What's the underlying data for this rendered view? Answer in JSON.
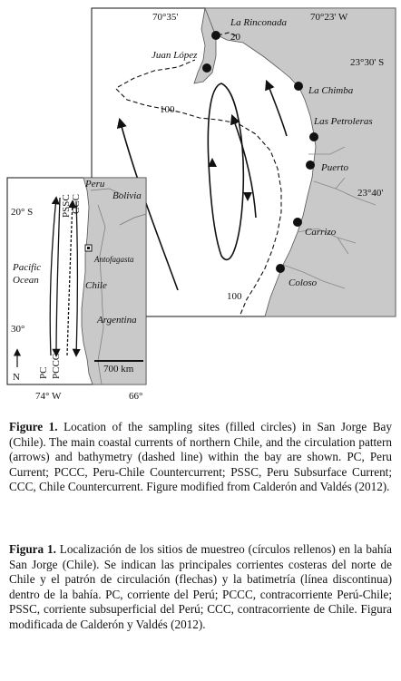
{
  "main_map": {
    "lon_left": "70°35'",
    "lon_right": "70°23' W",
    "lat_top": "23°30' S",
    "lat_bottom": "23°40'",
    "sites": [
      "La Rinconada",
      "Juan López",
      "La Chimba",
      "Las Petroleras",
      "Puerto",
      "Carrizo",
      "Coloso"
    ],
    "isobath_20": "20",
    "isobath_100_a": "100",
    "isobath_100_b": "100"
  },
  "inset_map": {
    "lat_20": "20° S",
    "lat_30": "30°",
    "lon_74": "74° W",
    "lon_66": "66°",
    "peru": "Peru",
    "bolivia": "Bolivia",
    "chile": "Chile",
    "argentina": "Argentina",
    "antofagasta": "Antofagasta",
    "pacific": "Pacific",
    "ocean": "Ocean",
    "north": "N",
    "scale": "700 km",
    "current_pc": "PC",
    "current_pccc": "PCCC",
    "current_pssc": "PSSC",
    "current_ccc": "CCC"
  },
  "caption_en": {
    "label": "Figure 1.",
    "text": " Location of the sampling sites (filled circles) in San Jorge Bay (Chile). The main coastal currents of northern Chile, and the circulation pattern (arrows) and bathymetry (dashed line) within the bay are shown. PC, Peru Current; PCCC, Peru-Chile Countercurrent; PSSC, Peru Subsurface Current; CCC, Chile Countercurrent. Figure modified from Calderón and Valdés (2012)."
  },
  "caption_es": {
    "label": "Figura 1.",
    "text": " Localización de los sitios de muestreo (círculos rellenos) en la bahía San Jorge (Chile). Se indican las principales corrientes costeras del norte de Chile y el patrón de circulación (flechas) y la batimetría (línea discontinua) dentro de la bahía. PC, corriente del Perú; PCCC, contracorriente Perú-Chile; PSSC, corriente subsuperficial del Perú; CCC, contracorriente de Chile. Figura modificada de Calderón y Valdés (2012)."
  }
}
